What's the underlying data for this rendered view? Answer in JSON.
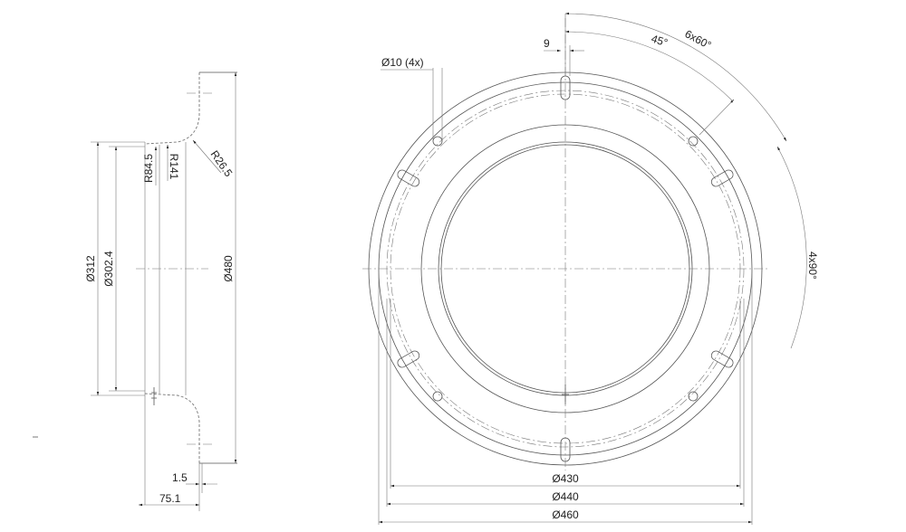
{
  "side_view": {
    "dims": {
      "d312": "Ø312",
      "d302": "Ø302.4",
      "d480": "Ø480",
      "r84": "R84.5",
      "r141": "R141",
      "r26": "R26.5",
      "t15": "1.5",
      "w751": "75.1"
    }
  },
  "front_view": {
    "dims": {
      "d430": "Ø430",
      "d440": "Ø440",
      "d460": "Ø460",
      "slot": "9",
      "holes": "Ø10 (4x)",
      "a45": "45°",
      "a660": "6x60°",
      "a490": "4x90°"
    }
  },
  "colors": {
    "line": "#555555",
    "background": "#ffffff"
  }
}
